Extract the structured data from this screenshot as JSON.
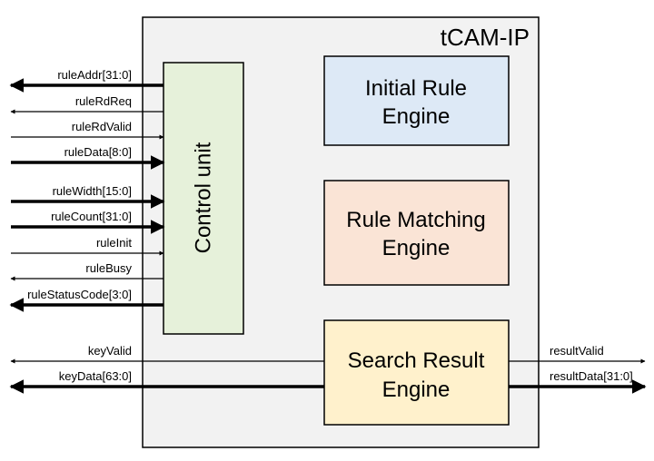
{
  "title": "tCAM-IP",
  "colors": {
    "container_fill": "#f2f2f2",
    "control_fill": "#e6f1da",
    "initial_fill": "#dde9f6",
    "matching_fill": "#fae4d6",
    "search_fill": "#fff1cc",
    "stroke": "#000000"
  },
  "blocks": {
    "control_unit": "Control unit",
    "initial_rule": [
      "Initial Rule",
      "Engine"
    ],
    "rule_matching": [
      "Rule Matching",
      "Engine"
    ],
    "search_result": [
      "Search Result",
      "Engine"
    ]
  },
  "left_signals": [
    {
      "label": "ruleAddr[31:0]",
      "direction": "out",
      "bus": true
    },
    {
      "label": "ruleRdReq",
      "direction": "out",
      "bus": false
    },
    {
      "label": "ruleRdValid",
      "direction": "in",
      "bus": false
    },
    {
      "label": "ruleData[8:0]",
      "direction": "in",
      "bus": true
    },
    {
      "label": "ruleWidth[15:0]",
      "direction": "in",
      "bus": true
    },
    {
      "label": "ruleCount[31:0]",
      "direction": "in",
      "bus": true
    },
    {
      "label": "ruleInit",
      "direction": "in",
      "bus": false
    },
    {
      "label": "ruleBusy",
      "direction": "out",
      "bus": false
    },
    {
      "label": "ruleStatusCode[3:0]",
      "direction": "out",
      "bus": true
    }
  ],
  "key_signals": [
    {
      "label": "keyValid",
      "direction": "out",
      "bus": false
    },
    {
      "label": "keyData[63:0]",
      "direction": "out",
      "bus": true
    }
  ],
  "result_signals": [
    {
      "label": "resultValid",
      "direction": "out",
      "bus": false
    },
    {
      "label": "resultData[31:0]",
      "direction": "out",
      "bus": true
    }
  ]
}
